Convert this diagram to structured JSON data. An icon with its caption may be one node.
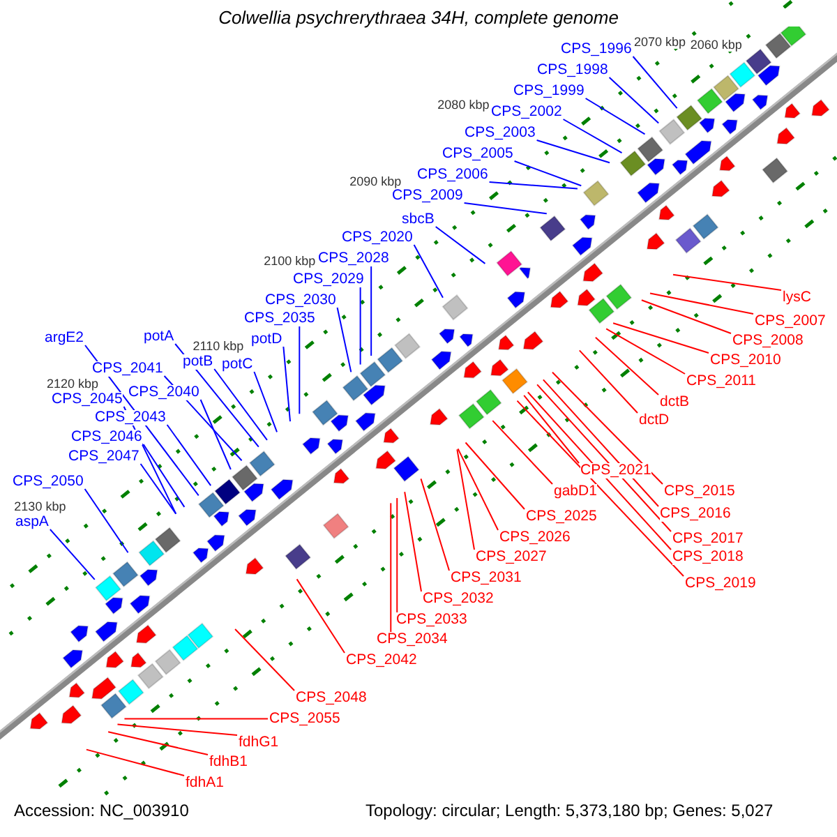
{
  "diagram": {
    "title": "Colwellia psychrerythraea 34H, complete genome",
    "nodes": [
      {
        "text": [
          "CPS_1996"
        ]
      },
      {
        "text": [
          "CPS_1998"
        ]
      },
      {
        "text": [
          "CPS_1999"
        ]
      },
      {
        "text": [
          "CPS_2002"
        ]
      },
      {
        "text": [
          "CPS_2003"
        ]
      },
      {
        "text": [
          "CPS_2005"
        ]
      },
      {
        "text": [
          "CPS_2006"
        ]
      },
      {
        "text": [
          "CPS_2009"
        ]
      },
      {
        "text": [
          "sbcB"
        ]
      },
      {
        "text": [
          "CPS_2020"
        ]
      },
      {
        "text": [
          "CPS_2028"
        ]
      },
      {
        "text": [
          "CPS_2029"
        ]
      },
      {
        "text": [
          "CPS_2030"
        ]
      },
      {
        "text": [
          "CPS_2035"
        ]
      },
      {
        "text": [
          "potD"
        ]
      },
      {
        "text": [
          "argE2"
        ]
      },
      {
        "text": [
          "potA"
        ]
      },
      {
        "text": [
          "potB"
        ]
      },
      {
        "text": [
          "potC"
        ]
      },
      {
        "text": [
          "CPS_2041"
        ]
      },
      {
        "text": [
          "CPS_2040"
        ]
      },
      {
        "text": [
          "CPS_2045"
        ]
      },
      {
        "text": [
          "CPS_2043"
        ]
      },
      {
        "text": [
          "CPS_2046"
        ]
      },
      {
        "text": [
          "CPS_2047"
        ]
      },
      {
        "text": [
          "CPS_2050"
        ]
      },
      {
        "text": [
          "aspA"
        ]
      },
      {
        "text": [
          "lysC"
        ]
      },
      {
        "text": [
          "CPS_2007"
        ]
      },
      {
        "text": [
          "CPS_2008"
        ]
      },
      {
        "text": [
          "CPS_2010"
        ]
      },
      {
        "text": [
          "CPS_2011"
        ]
      },
      {
        "text": [
          "dctB"
        ]
      },
      {
        "text": [
          "dctD"
        ]
      },
      {
        "text": [
          "CPS_2021"
        ]
      },
      {
        "text": [
          "CPS_2015"
        ]
      },
      {
        "text": [
          "gabD1"
        ]
      },
      {
        "text": [
          "CPS_2016"
        ]
      },
      {
        "text": [
          "CPS_2025"
        ]
      },
      {
        "text": [
          "CPS_2017"
        ]
      },
      {
        "text": [
          "CPS_2026"
        ]
      },
      {
        "text": [
          "CPS_2018"
        ]
      },
      {
        "text": [
          "CPS_2027"
        ]
      },
      {
        "text": [
          "CPS_2031"
        ]
      },
      {
        "text": [
          "CPS_2019"
        ]
      },
      {
        "text": [
          "CPS_2032"
        ]
      },
      {
        "text": [
          "CPS_2033"
        ]
      },
      {
        "text": [
          "CPS_2034"
        ]
      },
      {
        "text": [
          "CPS_2042"
        ]
      },
      {
        "text": [
          "CPS_2048"
        ]
      },
      {
        "text": [
          "CPS_2055"
        ]
      },
      {
        "text": [
          "fdhG1"
        ]
      },
      {
        "text": [
          "fdhB1"
        ]
      },
      {
        "text": [
          "fdhA1"
        ]
      }
    ],
    "edges": [
      {
        "from": 0,
        "to": null,
        "arrow": "none"
      },
      {
        "from": 1,
        "to": null,
        "arrow": "none"
      },
      {
        "from": 2,
        "to": null,
        "arrow": "none"
      },
      {
        "from": 3,
        "to": null,
        "arrow": "none"
      },
      {
        "from": 4,
        "to": null,
        "arrow": "none"
      },
      {
        "from": 5,
        "to": null,
        "arrow": "none"
      },
      {
        "from": 6,
        "to": null,
        "arrow": "none"
      },
      {
        "from": 7,
        "to": null,
        "arrow": "none"
      },
      {
        "from": 8,
        "to": null,
        "arrow": "none"
      },
      {
        "from": 9,
        "to": null,
        "arrow": "none"
      },
      {
        "from": 10,
        "to": null,
        "arrow": "none"
      },
      {
        "from": 11,
        "to": null,
        "arrow": "none"
      },
      {
        "from": 12,
        "to": null,
        "arrow": "none"
      },
      {
        "from": 13,
        "to": null,
        "arrow": "none"
      },
      {
        "from": 14,
        "to": null,
        "arrow": "none"
      },
      {
        "from": 15,
        "to": null,
        "arrow": "none"
      },
      {
        "from": 16,
        "to": null,
        "arrow": "none"
      },
      {
        "from": 17,
        "to": null,
        "arrow": "none"
      },
      {
        "from": 18,
        "to": null,
        "arrow": "none"
      },
      {
        "from": 19,
        "to": null,
        "arrow": "none"
      },
      {
        "from": 20,
        "to": null,
        "arrow": "none"
      },
      {
        "from": 21,
        "to": null,
        "arrow": "none"
      },
      {
        "from": 22,
        "to": null,
        "arrow": "none"
      },
      {
        "from": 23,
        "to": null,
        "arrow": "none"
      },
      {
        "from": 24,
        "to": null,
        "arrow": "none"
      },
      {
        "from": 25,
        "to": null,
        "arrow": "none"
      },
      {
        "from": 26,
        "to": null,
        "arrow": "none"
      },
      {
        "from": 27,
        "to": null,
        "arrow": "none",
        "color": "#ff0000"
      },
      {
        "from": 28,
        "to": null,
        "arrow": "none",
        "color": "#ff0000"
      },
      {
        "from": 29,
        "to": null,
        "arrow": "none",
        "color": "#ff0000"
      },
      {
        "from": 30,
        "to": null,
        "arrow": "none",
        "color": "#ff0000"
      },
      {
        "from": 31,
        "to": null,
        "arrow": "none",
        "color": "#ff0000"
      },
      {
        "from": 32,
        "to": null,
        "arrow": "none",
        "color": "#ff0000"
      },
      {
        "from": 33,
        "to": null,
        "arrow": "none",
        "color": "#ff0000"
      },
      {
        "from": 34,
        "to": null,
        "arrow": "none",
        "color": "#ff0000"
      },
      {
        "from": 35,
        "to": null,
        "arrow": "none",
        "color": "#ff0000"
      },
      {
        "from": 36,
        "to": null,
        "arrow": "none",
        "color": "#ff0000"
      },
      {
        "from": 37,
        "to": null,
        "arrow": "none",
        "color": "#ff0000"
      },
      {
        "from": 38,
        "to": null,
        "arrow": "none",
        "color": "#ff0000"
      },
      {
        "from": 39,
        "to": null,
        "arrow": "none",
        "color": "#ff0000"
      },
      {
        "from": 40,
        "to": null,
        "arrow": "none",
        "color": "#ff0000"
      },
      {
        "from": 41,
        "to": null,
        "arrow": "none",
        "color": "#ff0000"
      },
      {
        "from": 42,
        "to": null,
        "arrow": "none",
        "color": "#ff0000"
      },
      {
        "from": 43,
        "to": null,
        "arrow": "none",
        "color": "#ff0000"
      },
      {
        "from": 44,
        "to": null,
        "arrow": "none",
        "color": "#ff0000"
      },
      {
        "from": 45,
        "to": null,
        "arrow": "none",
        "color": "#ff0000"
      },
      {
        "from": 46,
        "to": null,
        "arrow": "none",
        "color": "#ff0000"
      },
      {
        "from": 47,
        "to": null,
        "arrow": "none",
        "color": "#ff0000"
      },
      {
        "from": 48,
        "to": null,
        "arrow": "none",
        "color": "#ff0000"
      },
      {
        "from": 49,
        "to": null,
        "arrow": "none",
        "color": "#ff0000"
      },
      {
        "from": 50,
        "to": null,
        "arrow": "none",
        "color": "#ff0000"
      },
      {
        "from": 51,
        "to": null,
        "arrow": "none",
        "color": "#ff0000"
      },
      {
        "from": 52,
        "to": null,
        "arrow": "none",
        "color": "#ff0000"
      },
      {
        "from": 53,
        "to": null,
        "arrow": "none",
        "color": "#ff0000"
      }
    ],
    "labels": [
      "2060 kbp",
      "2070 kbp",
      "2080 kbp",
      "2090 kbp",
      "2100 kbp",
      "2110 kbp",
      "2120 kbp",
      "2130 kbp",
      "Accession: NC_003910",
      "Topology: circular; Length: 5,373,180 bp; Genes: 5,027"
    ]
  }
}
